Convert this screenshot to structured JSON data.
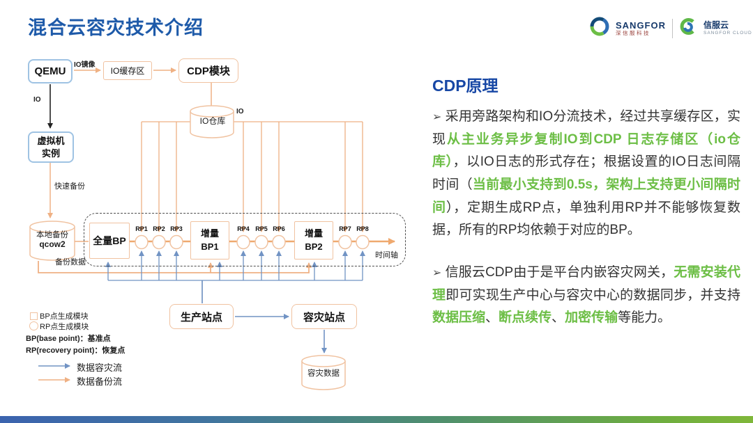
{
  "slide": {
    "title": "混合云容灾技术介绍",
    "colors": {
      "title_blue": "#1E5AA9",
      "heading_blue": "#1747A5",
      "highlight_green": "#6CBE45",
      "diagram_orange": "#EFB184",
      "diagram_blue": "#7193C4",
      "footer_blue": "#3B63AE",
      "footer_green": "#7FB73A"
    }
  },
  "logos": {
    "sangfor_name": "SANGFOR",
    "sangfor_sub": "深信服科技",
    "cloud_name": "信服云",
    "cloud_sub": "SANGFOR CLOUD"
  },
  "diagram": {
    "qemu": "QEMU",
    "io_mirror": "IO镜像",
    "io_cache": "IO缓存区",
    "cdp_module": "CDP模块",
    "io_store": "IO仓库",
    "io_left": "IO",
    "io_right": "IO",
    "vm_line1": "虚拟机",
    "vm_line2": "实例",
    "fast_backup": "快速备份",
    "local_backup_line1": "本地备份",
    "local_backup_line2": "qcow2",
    "backup_data": "备份数据",
    "full_bp": "全量BP",
    "inc_bp1_line1": "增量",
    "inc_bp1_line2": "BP1",
    "inc_bp2_line1": "增量",
    "inc_bp2_line2": "BP2",
    "rps": [
      "RP1",
      "RP2",
      "RP3",
      "RP4",
      "RP5",
      "RP6",
      "RP7",
      "RP8"
    ],
    "timeline": "时间轴",
    "prod_site": "生产站点",
    "dr_site": "容灾站点",
    "dr_data": "容灾数据",
    "legend": {
      "bp_module": "BP点生成模块",
      "rp_module": "RP点生成模块",
      "bp_def": "BP(base point)：基准点",
      "rp_def": "RP(recovery point)：恢复点",
      "dr_flow": "数据容灾流",
      "backup_flow": "数据备份流"
    }
  },
  "panel": {
    "heading": "CDP原理",
    "bullet": "➢",
    "p1": {
      "segments": [
        {
          "text": "采用旁路架构和IO分流技术，经过共享缓存区，实现"
        },
        {
          "text": "从主业务异步复制IO到CDP 日志存储区（io仓库）"
        },
        {
          "text": "，以IO日志的形式存在；根据设置的IO日志间隔时间（"
        },
        {
          "text": "当前最小支持到0.5s，架构上支持更小间隔时间"
        },
        {
          "text": "），定期生成RP点，单独利用RP并不能够恢复数据，所有的RP均依赖于对应的BP。"
        }
      ]
    },
    "p2": {
      "segments": [
        {
          "text": "信服云CDP由于是平台内嵌容灾网关，"
        },
        {
          "text": "无需安装代理"
        },
        {
          "text": "即可实现生产中心与容灾中心的数据同步，并支持"
        },
        {
          "text": "数据压缩"
        },
        {
          "text": "、"
        },
        {
          "text": "断点续传"
        },
        {
          "text": "、"
        },
        {
          "text": "加密传输"
        },
        {
          "text": "等能力。"
        }
      ]
    }
  }
}
